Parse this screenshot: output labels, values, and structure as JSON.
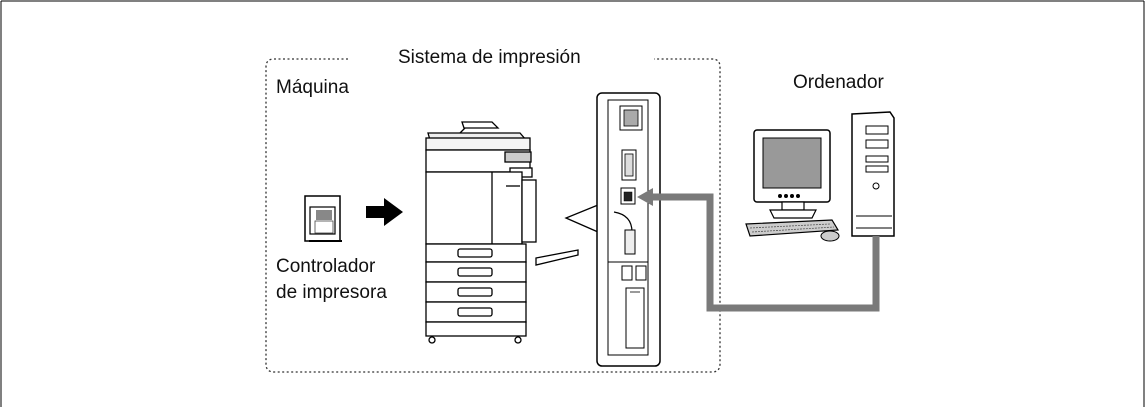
{
  "diagram": {
    "system_label": "Sistema de impresión",
    "machine_label": "Máquina",
    "computer_label": "Ordenador",
    "driver_label_line1": "Controlador",
    "driver_label_line2": "de impresora"
  }
}
